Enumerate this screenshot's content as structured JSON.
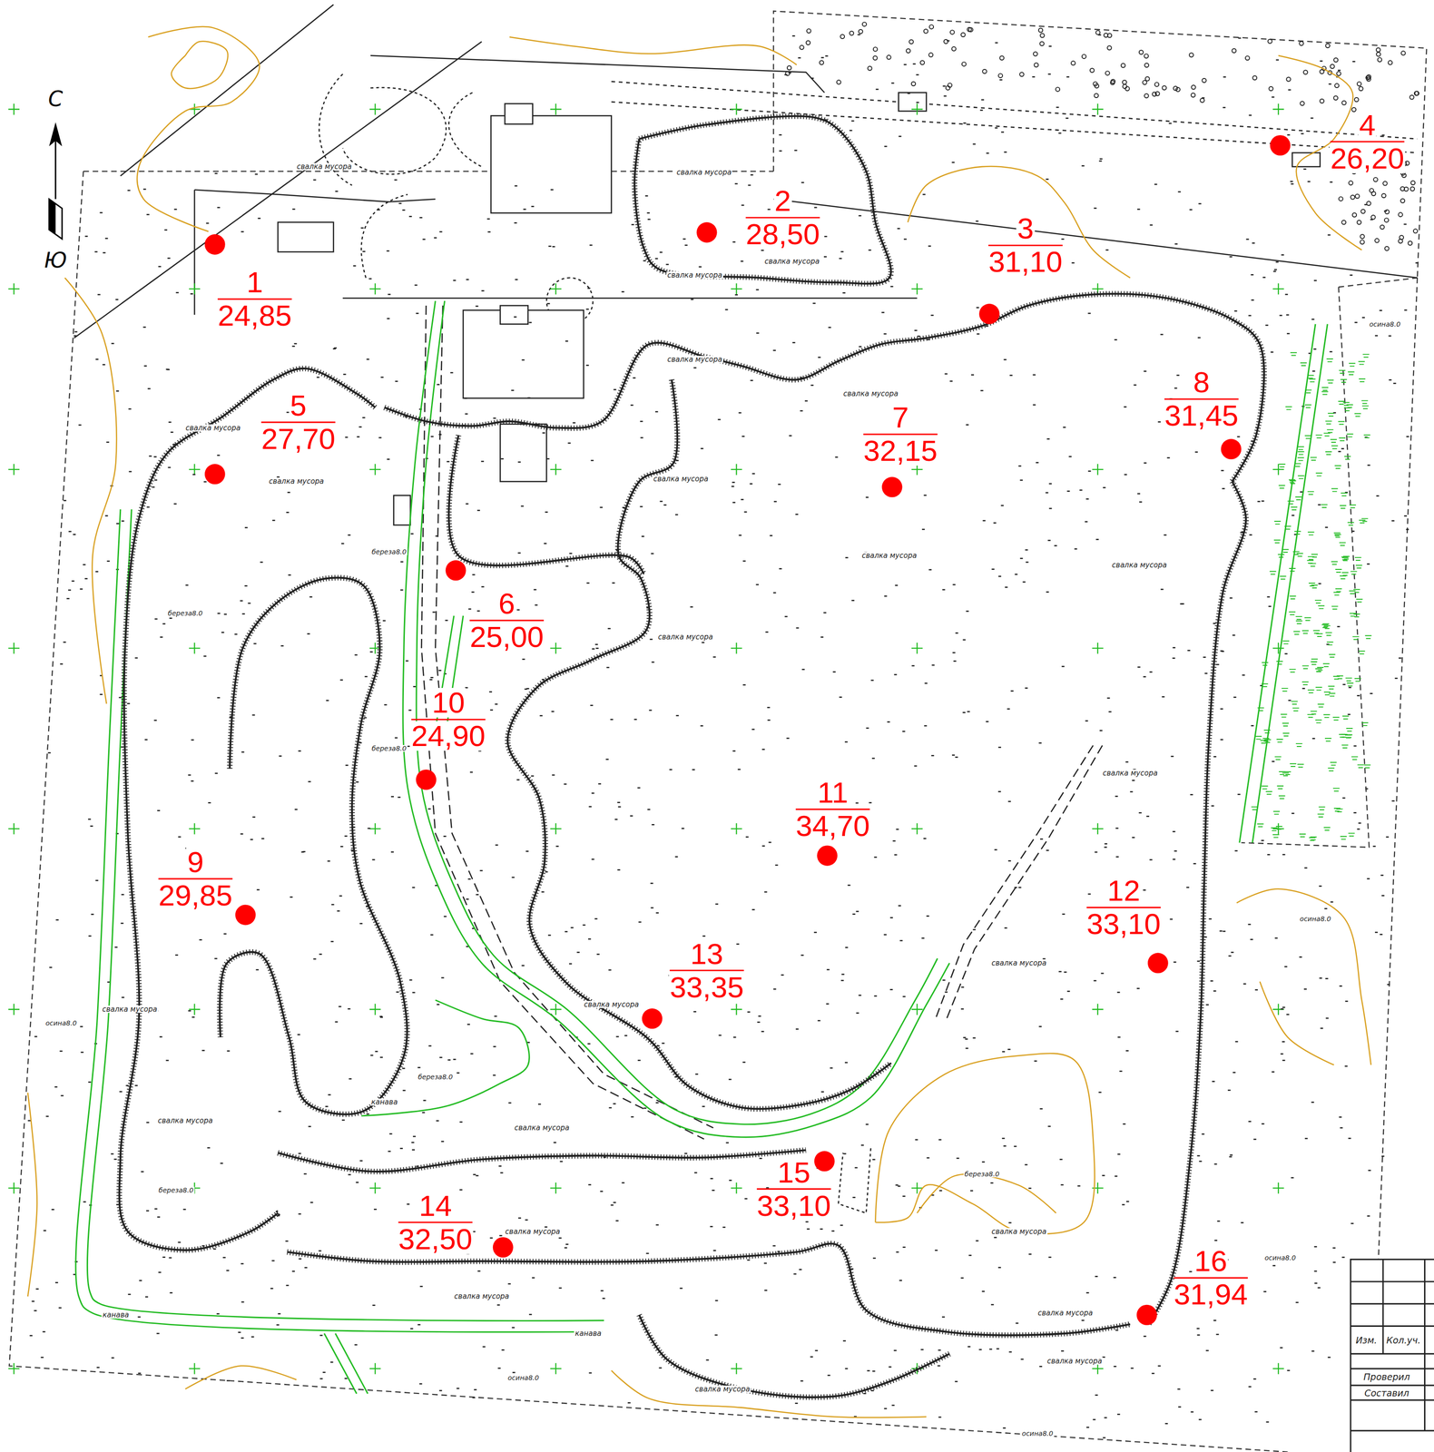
{
  "diagram": {
    "labels": [
      "С",
      "Ю",
      "1",
      "24,85",
      "2",
      "28,50",
      "3",
      "31,10",
      "4",
      "26,20",
      "5",
      "27,70",
      "6",
      "25,00",
      "7",
      "32,15",
      "8",
      "31,45",
      "9",
      "29,85",
      "10",
      "24,90",
      "11",
      "34,70",
      "12",
      "33,10",
      "13",
      "33,35",
      "14",
      "32,50",
      "15",
      "33,10",
      "16",
      "31,94",
      "свалка мусора",
      "свалка мусора",
      "свалка мусора",
      "свалка мусора",
      "свалка мусора",
      "свалка мусора",
      "свалка мусора",
      "свалка мусора",
      "свалка мусора",
      "свалка мусора",
      "свалка мусора",
      "свалка мусора",
      "свалка мусора",
      "свалка мусора",
      "свалка мусора",
      "свалка мусора",
      "свалка мусора",
      "свалка мусора",
      "свалка мусора",
      "свалка мусора",
      "свалка мусора",
      "свалка мусора",
      "свалка мусора",
      "свалка мусора",
      "канава",
      "канава",
      "канава",
      "береза8.0",
      "береза8.0",
      "береза8.0",
      "береза8.0",
      "береза8.0",
      "береза8.0",
      "осина8.0",
      "осина8.0",
      "осина8.0",
      "осина8.0",
      "осина8.0",
      "осина8.0",
      "Изм.",
      "Кол.уч.",
      "Проверил",
      "Составил"
    ]
  }
}
